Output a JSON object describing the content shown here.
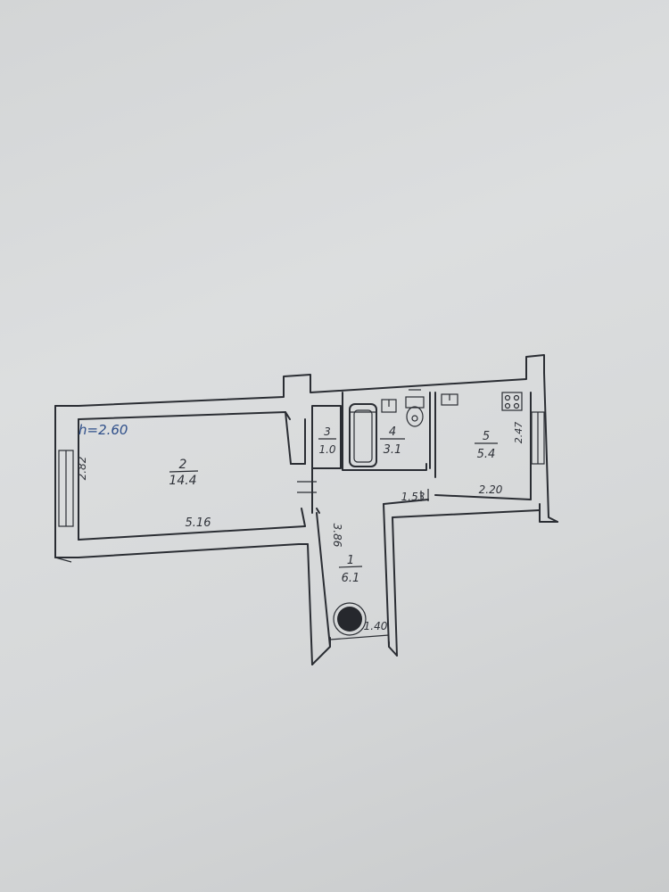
{
  "plan": {
    "ceiling_height": "h=2.60",
    "rooms": [
      {
        "number": "1",
        "area": "6.1"
      },
      {
        "number": "2",
        "area": "14.4"
      },
      {
        "number": "3",
        "area": "1.0"
      },
      {
        "number": "4",
        "area": "3.1"
      },
      {
        "number": "5",
        "area": "5.4"
      }
    ],
    "dimensions": {
      "room2_width": "5.16",
      "room2_depth": "2.82",
      "hall_length": "3.86",
      "hall_width": "1.40",
      "kitchen_opening": "1.53",
      "kitchen_width": "2.20",
      "kitchen_depth": "2.47"
    }
  }
}
